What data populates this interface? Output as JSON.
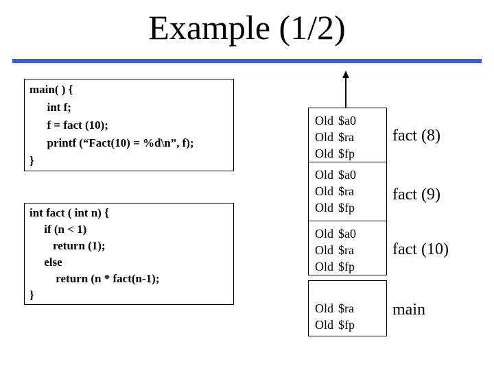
{
  "title": "Example (1/2)",
  "accent_color": "#3a5fd1",
  "code_boxes": [
    {
      "name": "main-function-code",
      "lines": [
        "main( ) {",
        "      int f;",
        "      f = fact (10);",
        "      printf (“Fact(10) = %d\\n”, f);",
        "}"
      ]
    },
    {
      "name": "fact-function-code",
      "lines": [
        "int fact ( int n) {",
        "     if (n < 1)",
        "        return (1);",
        "     else",
        "         return (n * fact(n-1);",
        "}"
      ]
    }
  ],
  "stack": {
    "pointer_icon": "up-arrow-icon",
    "frames": [
      {
        "label": "fact (8)",
        "rows": [
          [
            "Old",
            "$a0"
          ],
          [
            "Old",
            "$ra"
          ],
          [
            "Old",
            "$fp"
          ]
        ]
      },
      {
        "label": "fact (9)",
        "rows": [
          [
            "Old",
            "$a0"
          ],
          [
            "Old",
            "$ra"
          ],
          [
            "Old",
            "$fp"
          ]
        ]
      },
      {
        "label": "fact (10)",
        "rows": [
          [
            "Old",
            "$a0"
          ],
          [
            "Old",
            "$ra"
          ],
          [
            "Old",
            "$fp"
          ]
        ]
      },
      {
        "label": "main",
        "rows": [
          [
            "Old",
            "$ra"
          ],
          [
            "Old",
            "$fp"
          ]
        ]
      }
    ]
  }
}
